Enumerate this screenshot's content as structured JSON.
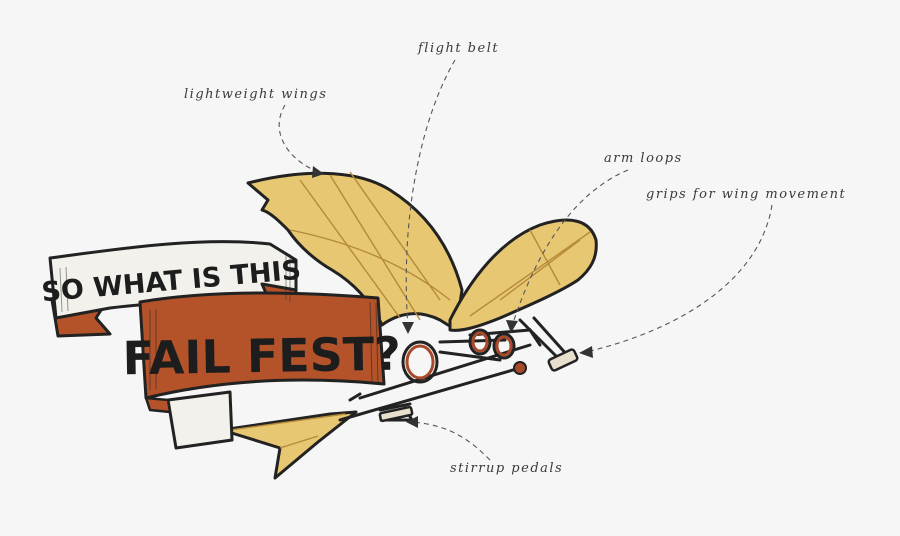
{
  "banner": {
    "line1": "SO WHAT IS THIS",
    "line2": "FAIL FEST?"
  },
  "annotations": {
    "flight_belt": "flight belt",
    "lightweight_wings": "lightweight wings",
    "arm_loops": "arm loops",
    "grips": "grips for wing movement",
    "stirrup_pedals": "stirrup pedals"
  },
  "colors": {
    "background": "#f6f6f6",
    "ribbon_light": "#f3f1ec",
    "ribbon_orange": "#b4532a",
    "wing": "#e8c772",
    "outline": "#222222"
  }
}
